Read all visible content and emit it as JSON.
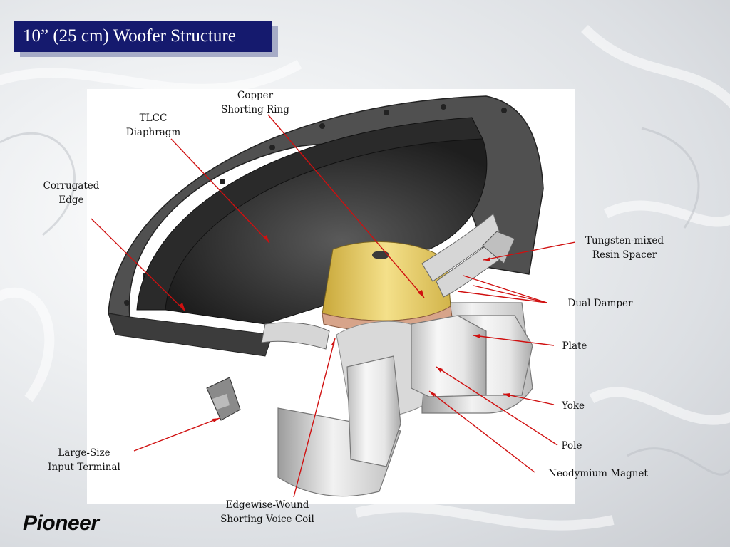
{
  "title": "10” (25 cm) Woofer Structure",
  "labels": {
    "copper_shorting_ring": "Copper\nShorting Ring",
    "tlcc_diaphragm": "TLCC\nDiaphragm",
    "corrugated_edge": "Corrugated\nEdge",
    "tungsten_spacer": "Tungsten-mixed\nResin Spacer",
    "dual_damper": "Dual Damper",
    "plate": "Plate",
    "yoke": "Yoke",
    "pole": "Pole",
    "neodymium_magnet": "Neodymium Magnet",
    "input_terminal": "Large-Size\nInput Terminal",
    "voice_coil": "Edgewise-Wound\nShorting  Voice Coil"
  },
  "logo": "Pioneer",
  "colors": {
    "title_bg": "#151a6e",
    "leader_line": "#d01010",
    "diaphragm": "#3a3a3a",
    "frame": "#4d4d4d",
    "bobbin": "#e8d06a",
    "magnet": "#efefef"
  }
}
